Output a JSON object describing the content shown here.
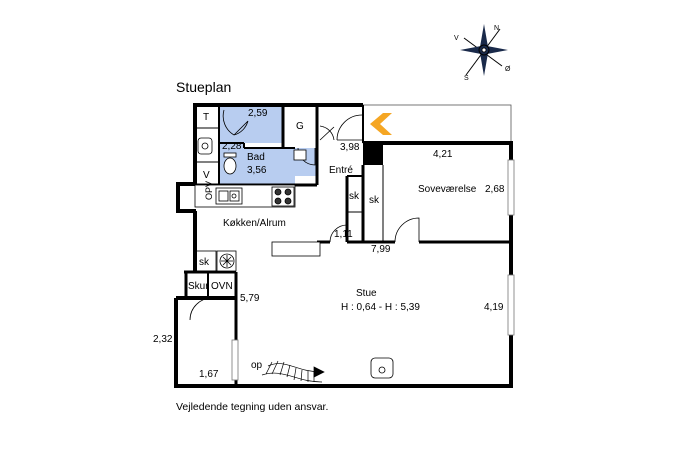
{
  "title": "Stueplan",
  "disclaimer": "Vejledende tegning uden ansvar.",
  "compass": {
    "labels": [
      "N",
      "V",
      "Ø",
      "S"
    ]
  },
  "colors": {
    "wet_room": "#b8cdf0",
    "entry_arrow": "#f5a623",
    "walls": "#000000"
  },
  "rooms": {
    "toilet": "T",
    "toilet_area": "2,59",
    "shower_area": "2,28",
    "bath_label": "Bad",
    "bath_area": "3,56",
    "washer": "V",
    "wardrobe": "G",
    "entry_area": "3,98",
    "entry_label": "Entré",
    "bedroom_width": "4,21",
    "bedroom_label": "Soveværelse",
    "bedroom_area": "2,68",
    "closet1": "sk",
    "closet2": "sk",
    "closet3": "sk",
    "kitchen_label": "Køkken/Alrum",
    "dim_111": "1,11",
    "dim_799": "7,99",
    "dishwasher": "OPV",
    "scullery": "Skur",
    "oven": "OVN",
    "dim_579": "5,79",
    "living_label": "Stue",
    "living_height": "H : 0,64 - H : 5,39",
    "dim_419": "4,19",
    "dim_232": "2,32",
    "dim_167": "1,67",
    "stairs_up": "op"
  }
}
